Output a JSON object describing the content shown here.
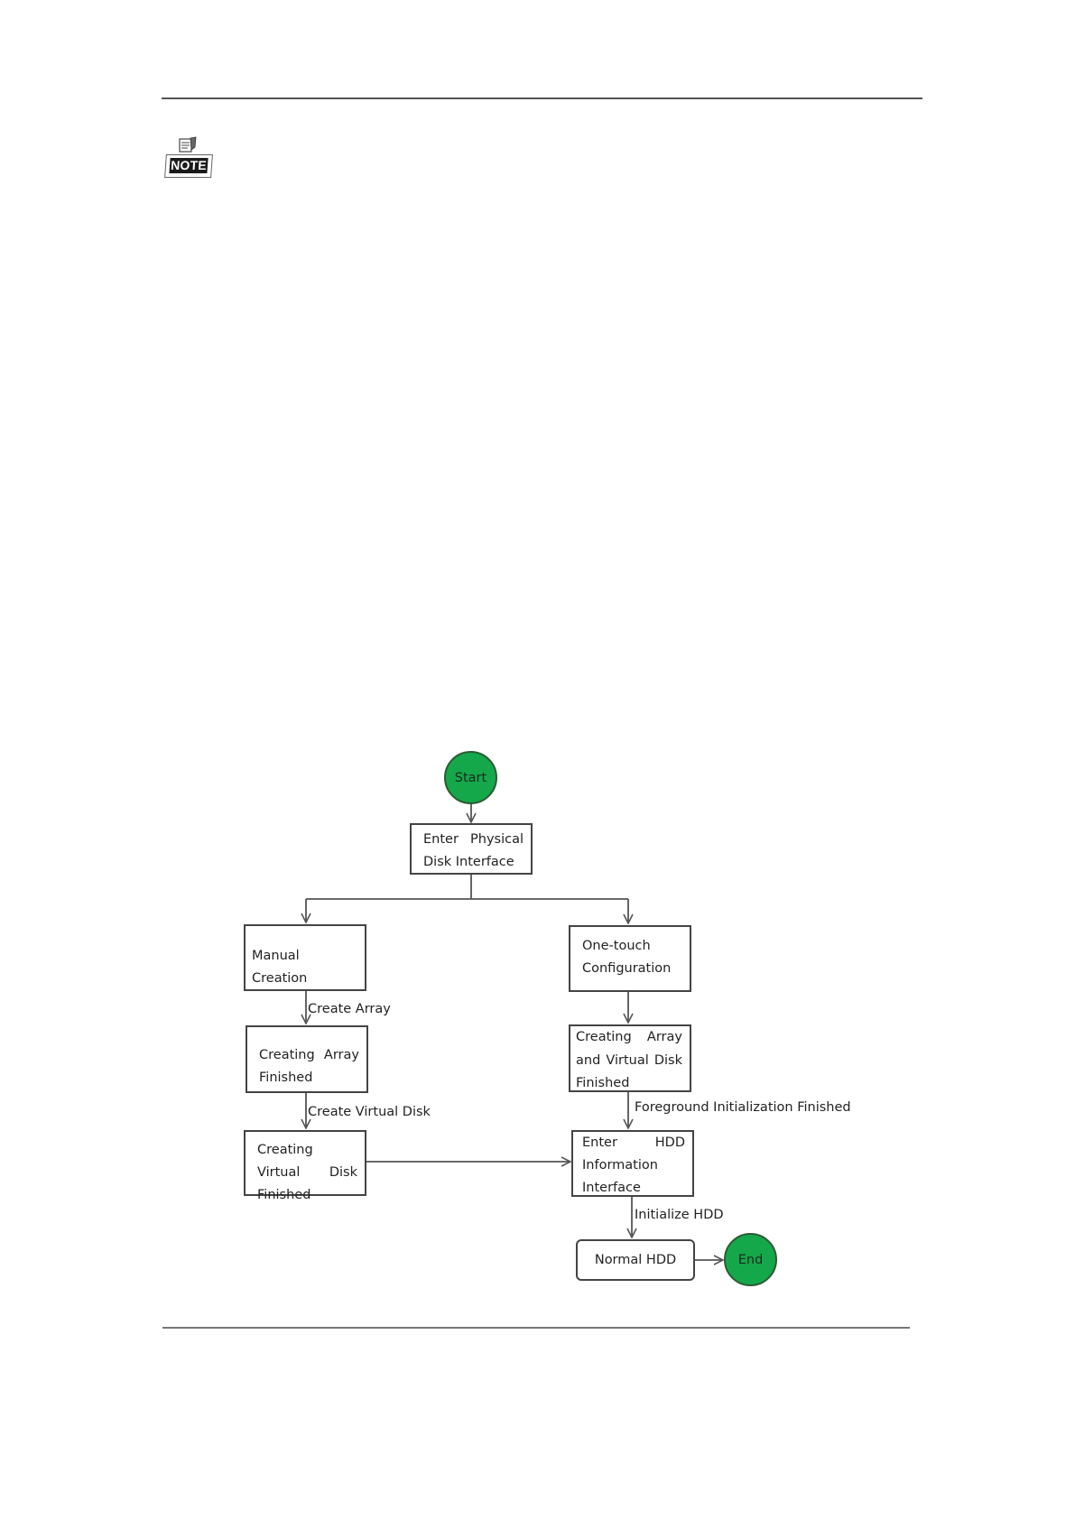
{
  "note_icon": {
    "label": "NOTE"
  },
  "flowchart": {
    "start": "Start",
    "end": "End",
    "nodes": {
      "enter_physical": "Enter Physical Disk Interface",
      "manual_creation": "Manual Creation",
      "one_touch": "One-touch Configuration",
      "creating_array_finished": "Creating Array Finished",
      "creating_array_vd_finished": "Creating Array and Virtual Disk Finished",
      "creating_vd_finished": "Creating Virtual Disk Finished",
      "enter_hdd_info": "Enter HDD Information Interface",
      "normal_hdd": "Normal HDD"
    },
    "edges": {
      "create_array": "Create Array",
      "create_virtual_disk": "Create Virtual Disk",
      "foreground_init": "Foreground Initialization Finished",
      "initialize_hdd": "Initialize HDD"
    },
    "colors": {
      "terminal_fill": "#14a84a",
      "line": "#555555"
    }
  }
}
